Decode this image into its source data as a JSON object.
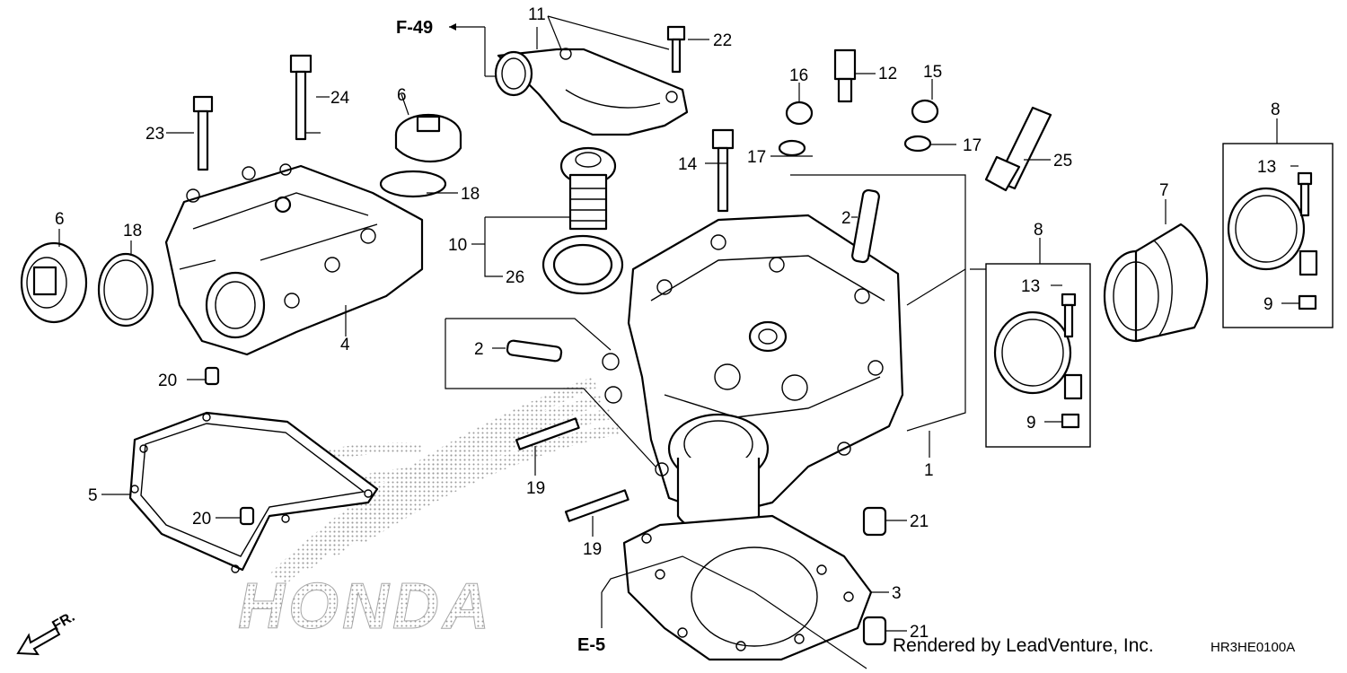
{
  "callouts": {
    "c1": "1",
    "c2a": "2",
    "c2b": "2",
    "c3": "3",
    "c4": "4",
    "c5": "5",
    "c6a": "6",
    "c6b": "6",
    "c7": "7",
    "c8a": "8",
    "c8b": "8",
    "c9a": "9",
    "c9b": "9",
    "c10": "10",
    "c11": "11",
    "c12": "12",
    "c13a": "13",
    "c13b": "13",
    "c14": "14",
    "c15": "15",
    "c16": "16",
    "c17a": "17",
    "c17b": "17",
    "c18a": "18",
    "c18b": "18",
    "c19a": "19",
    "c19b": "19",
    "c20a": "20",
    "c20b": "20",
    "c21a": "21",
    "c21b": "21",
    "c22": "22",
    "c23": "23",
    "c24": "24",
    "c25": "25",
    "c26": "26"
  },
  "references": {
    "ref_top": "F-49",
    "ref_bottom": "E-5"
  },
  "direction": {
    "front": "FR."
  },
  "watermark": "HONDA",
  "footer": {
    "credit": "Rendered by LeadVenture, Inc.",
    "code": "HR3HE0100A"
  }
}
